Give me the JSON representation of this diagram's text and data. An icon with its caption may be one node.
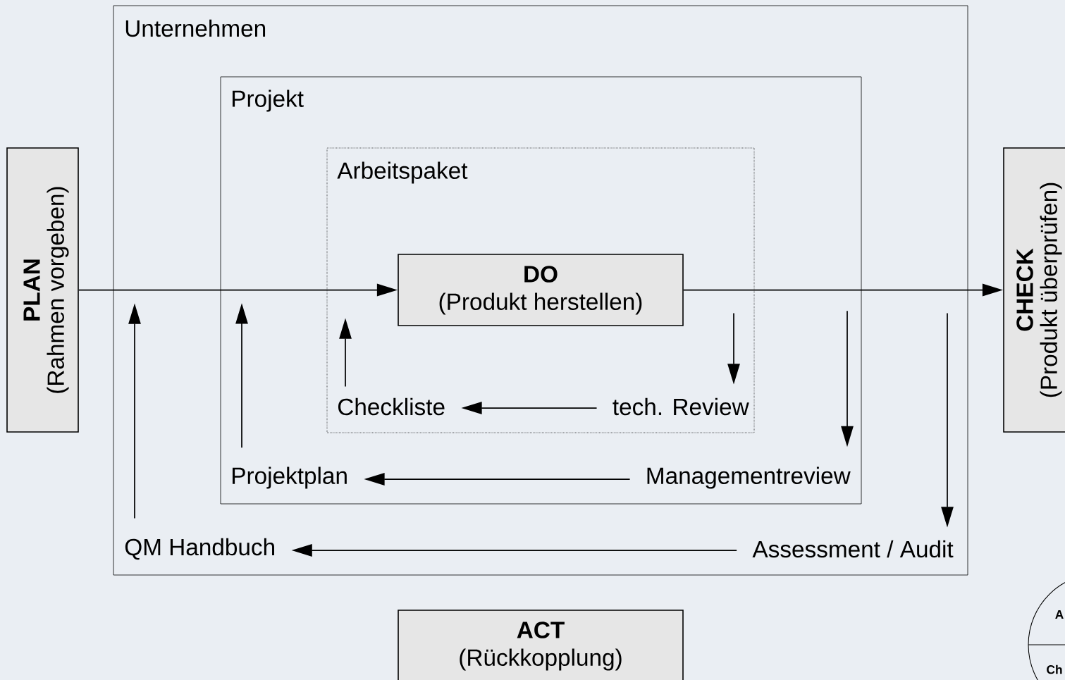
{
  "diagram": {
    "nodes": [
      {
        "text": [
          "PLAN",
          "(Rahmen vorgeben)"
        ]
      },
      {
        "text": [
          "Unternehmen"
        ]
      },
      {
        "text": [
          "Projekt"
        ],
        "in": 1
      },
      {
        "text": [
          "Arbeitspaket"
        ],
        "in": 2
      },
      {
        "text": [
          "DO",
          "(Produkt herstellen)"
        ],
        "in": 3
      },
      {
        "text": [
          "Checkliste"
        ],
        "in": 3
      },
      {
        "text": [
          "tech. Review"
        ],
        "in": 3
      },
      {
        "text": [
          "Projektplan"
        ],
        "in": 2
      },
      {
        "text": [
          "Managementreview"
        ],
        "in": 2
      },
      {
        "text": [
          "QM Handbuch"
        ],
        "in": 1
      },
      {
        "text": [
          "Assessment / Audit"
        ],
        "in": 1
      },
      {
        "text": [
          "CHECK",
          "(Produkt überprüfen)"
        ]
      },
      {
        "text": [
          "ACT",
          "(Rückkopplung)"
        ]
      },
      {
        "text": [
          "A",
          "Ch"
        ]
      }
    ],
    "edges": [
      {
        "from": 0,
        "to": 4,
        "arrow": "to"
      },
      {
        "from": 4,
        "to": 11,
        "arrow": "to"
      },
      {
        "from": 5,
        "to": null,
        "arrow": "to"
      },
      {
        "from": 7,
        "to": null,
        "arrow": "to"
      },
      {
        "from": 9,
        "to": null,
        "arrow": "to"
      },
      {
        "from": null,
        "to": 6,
        "arrow": "to"
      },
      {
        "from": null,
        "to": 8,
        "arrow": "to"
      },
      {
        "from": null,
        "to": 10,
        "arrow": "to"
      },
      {
        "from": 6,
        "to": 5,
        "arrow": "to"
      },
      {
        "from": 8,
        "to": 7,
        "arrow": "to"
      },
      {
        "from": 10,
        "to": 9,
        "arrow": "to"
      }
    ]
  }
}
